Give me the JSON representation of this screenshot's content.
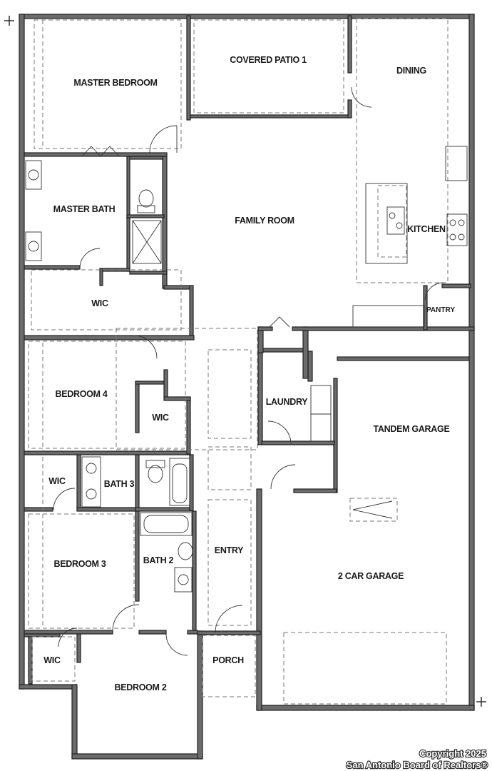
{
  "rooms": {
    "master_bedroom": "MASTER BEDROOM",
    "covered_patio": "COVERED PATIO 1",
    "dining": "DINING",
    "master_bath": "MASTER BATH",
    "family_room": "FAMILY ROOM",
    "kitchen": "KITCHEN",
    "wic_master": "WIC",
    "pantry": "PANTRY",
    "bedroom4": "BEDROOM 4",
    "wic_bed4": "WIC",
    "laundry": "LAUNDRY",
    "tandem_garage": "TANDEM GARAGE",
    "wic_bed3": "WIC",
    "bath3": "BATH 3",
    "bedroom3": "BEDROOM 3",
    "bath2": "BATH 2",
    "entry": "ENTRY",
    "two_car_garage": "2 CAR GARAGE",
    "wic_bed2": "WIC",
    "porch": "PORCH",
    "bedroom2": "BEDROOM 2"
  },
  "watermark": {
    "line1": "Copyright 2025",
    "line2": "San Antonio Board of Realtors®"
  },
  "colors": {
    "wall_fill": "#6b6b6b",
    "line": "#222222",
    "background": "#ffffff"
  }
}
